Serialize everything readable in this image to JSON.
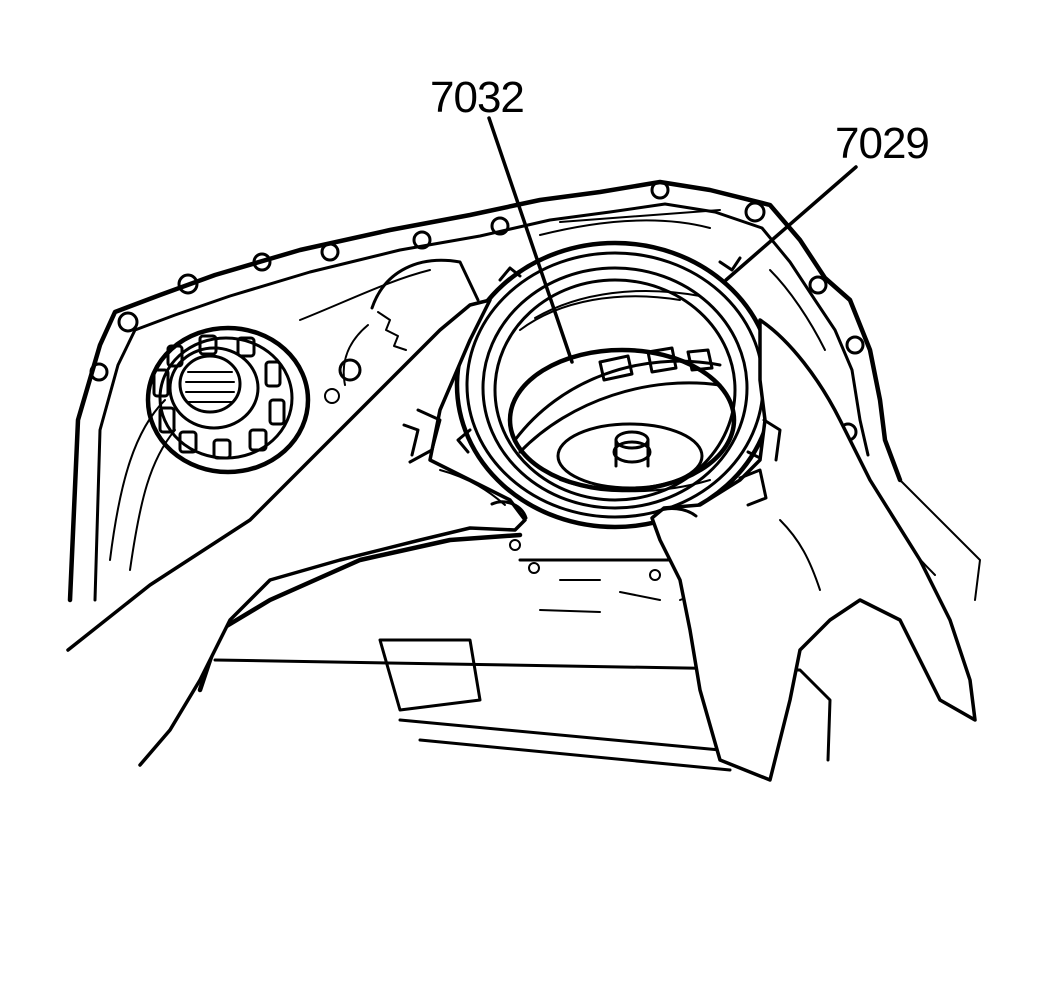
{
  "figure": {
    "callouts": [
      {
        "id": "part-7032",
        "label": "7032"
      },
      {
        "id": "part-7029",
        "label": "7029"
      }
    ]
  }
}
